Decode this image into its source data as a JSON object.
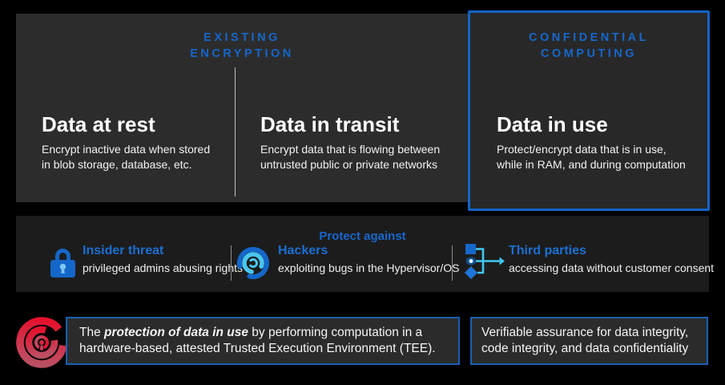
{
  "colors": {
    "accent_blue": "#1667CB",
    "label_blue": "#1B6FD2",
    "border_blue": "#1463C6",
    "cyan": "#41C6F0",
    "logo_red": "#E5122E"
  },
  "top_section": {
    "existing": {
      "header_line1": "EXISTING",
      "header_line2": "ENCRYPTION",
      "columns": [
        {
          "title": "Data at rest",
          "desc_line1": "Encrypt inactive data when stored",
          "desc_line2": "in blob storage, database, etc."
        },
        {
          "title": "Data in transit",
          "desc_line1": "Encrypt data that is flowing between",
          "desc_line2": "untrusted public or private networks"
        }
      ]
    },
    "confidential": {
      "header_line1": "CONFIDENTIAL",
      "header_line2": "COMPUTING",
      "column": {
        "title": "Data in use",
        "desc_line1": "Protect/encrypt data that is in use,",
        "desc_line2": "while in RAM, and during computation"
      }
    }
  },
  "protect_band": {
    "heading": "Protect against",
    "items": [
      {
        "icon": "lock-icon",
        "label": "Insider threat",
        "desc": "privileged admins abusing rights"
      },
      {
        "icon": "hacker-swirl-icon",
        "label": "Hackers",
        "desc": "exploiting bugs in the Hypervisor/OS"
      },
      {
        "icon": "third-parties-flow-icon",
        "label": "Third parties",
        "desc": "accessing data without customer consent"
      }
    ]
  },
  "footer": {
    "logo": "confidential-computing-logo",
    "tee_box": {
      "prefix": "The ",
      "emphasis": "protection of data in use",
      "suffix": " by performing computation in a",
      "line2": "hardware-based, attested Trusted Execution Environment (TEE)."
    },
    "assurance_box": {
      "line1": "Verifiable assurance for data integrity,",
      "line2": "code integrity, and data confidentiality"
    }
  }
}
